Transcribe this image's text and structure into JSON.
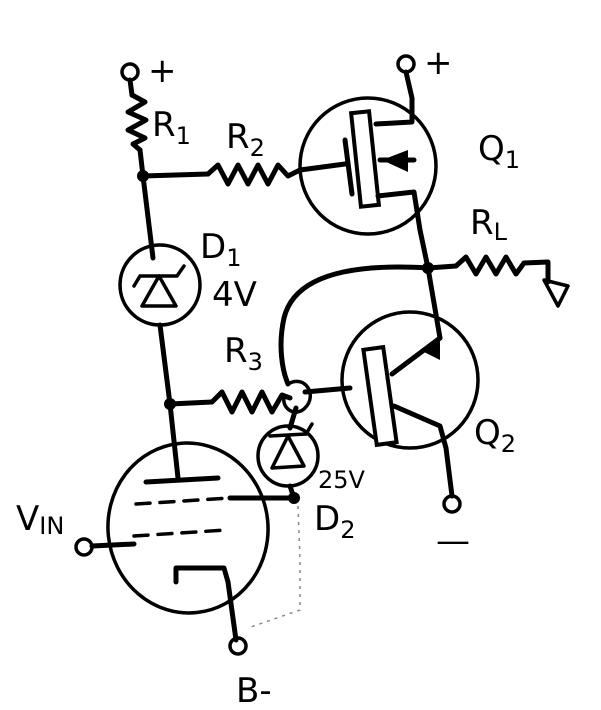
{
  "labels": {
    "plus_left": "+",
    "plus_right": "+",
    "r1": "R",
    "r1_sub": "1",
    "r2": "R",
    "r2_sub": "2",
    "r3": "R",
    "r3_sub": "3",
    "rl": "R",
    "rl_sub": "L",
    "d1": "D",
    "d1_sub": "1",
    "d1_voltage": "4V",
    "d2": "D",
    "d2_sub": "2",
    "d2_voltage": "25V",
    "q1": "Q",
    "q1_sub": "1",
    "q2": "Q",
    "q2_sub": "2",
    "vin": "V",
    "vin_sub": "IN",
    "b_minus": "B-",
    "minus": "—"
  }
}
